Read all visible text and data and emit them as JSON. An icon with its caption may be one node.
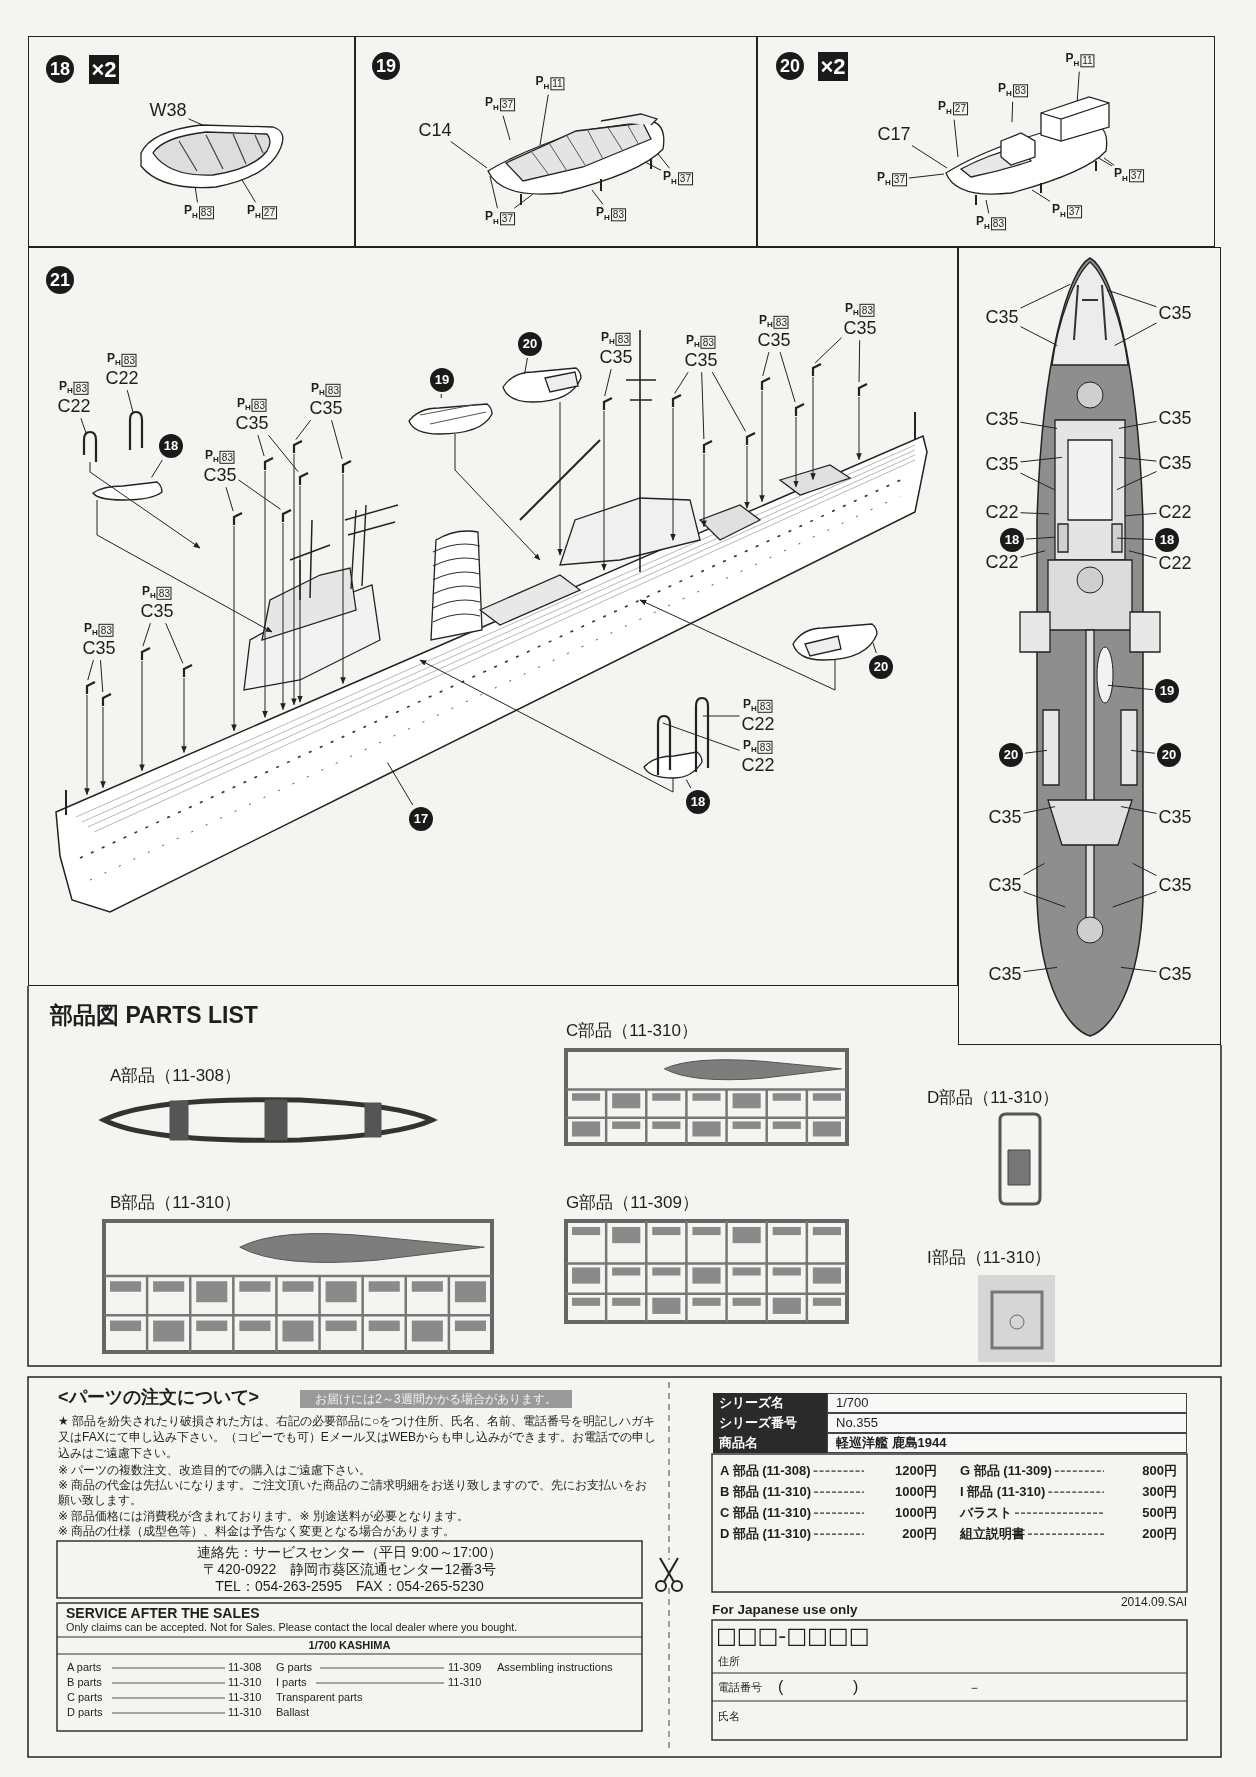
{
  "diagram": {
    "nodes": [
      {
        "text": [],
        "shape": "box"
      },
      {
        "text": [
          "W38"
        ],
        "in": 0
      },
      {
        "text": [
          "P$_{H}$",
          "83"
        ],
        "in": 0
      },
      {
        "text": [
          "P$_{H}$",
          "27"
        ],
        "in": 0
      },
      {
        "text": [],
        "shape": "box"
      },
      {
        "text": [
          "P$_{H}$",
          "11"
        ],
        "in": 4
      },
      {
        "text": [
          "P$_{H}$",
          "37"
        ],
        "in": 4
      },
      {
        "text": [
          "C14"
        ],
        "in": 4
      },
      {
        "text": [
          "P$_{H}$",
          "37"
        ],
        "in": 4
      },
      {
        "text": [
          "P$_{H}$",
          "37"
        ],
        "in": 4
      },
      {
        "text": [
          "P$_{H}$",
          "83"
        ],
        "in": 4
      },
      {
        "text": [],
        "shape": "box"
      },
      {
        "text": [
          "P$_{H}$",
          "11"
        ],
        "in": 11
      },
      {
        "text": [
          "P$_{H}$",
          "83"
        ],
        "in": 11
      },
      {
        "text": [
          "P$_{H}$",
          "27"
        ],
        "in": 11
      },
      {
        "text": [
          "C17"
        ],
        "in": 11
      },
      {
        "text": [
          "P$_{H}$",
          "37"
        ],
        "in": 11
      },
      {
        "text": [
          "P$_{H}$",
          "37"
        ],
        "in": 11
      },
      {
        "text": [
          "P$_{H}$",
          "37"
        ],
        "in": 11
      },
      {
        "text": [
          "P$_{H}$",
          "83"
        ],
        "in": 11
      },
      {
        "text": [],
        "shape": "box"
      },
      {
        "text": [
          "P$_{H}$",
          "83",
          "C22"
        ],
        "in": 20
      },
      {
        "text": [
          "P$_{H}$",
          "83",
          "C22"
        ],
        "in": 20
      },
      {
        "text": [
          "18"
        ],
        "in": 20
      },
      {
        "text": [
          "P$_{H}$",
          "83",
          "C35"
        ],
        "in": 20
      },
      {
        "text": [
          "P$_{H}$",
          "83",
          "C35"
        ],
        "in": 20
      },
      {
        "text": [
          "P$_{H}$",
          "83",
          "C35"
        ],
        "in": 20
      },
      {
        "text": [
          "19"
        ],
        "in": 20
      },
      {
        "text": [
          "20"
        ],
        "in": 20
      },
      {
        "text": [
          "P$_{H}$",
          "83",
          "C35"
        ],
        "in": 20
      },
      {
        "text": [
          "P$_{H}$",
          "83",
          "C35"
        ],
        "in": 20
      },
      {
        "text": [
          "P$_{H}$",
          "83",
          "C35"
        ],
        "in": 20
      },
      {
        "text": [
          "P$_{H}$",
          "83",
          "C35"
        ],
        "in": 20
      },
      {
        "text": [
          "P$_{H}$",
          "83",
          "C35"
        ],
        "in": 20
      },
      {
        "text": [
          "P$_{H}$",
          "83",
          "C35"
        ],
        "in": 20
      },
      {
        "text": [
          "20"
        ],
        "in": 20
      },
      {
        "text": [
          "P$_{H}$",
          "83",
          "C22"
        ],
        "in": 20
      },
      {
        "text": [
          "P$_{H}$",
          "83",
          "C22"
        ],
        "in": 20
      },
      {
        "text": [
          "18"
        ],
        "in": 20
      },
      {
        "text": [
          "17"
        ],
        "in": 20
      },
      {
        "text": [],
        "shape": "box"
      },
      {
        "text": [
          "C35"
        ],
        "in": 40
      },
      {
        "text": [
          "C35"
        ],
        "in": 40
      },
      {
        "text": [
          "C35"
        ],
        "in": 40
      },
      {
        "text": [
          "C35"
        ],
        "in": 40
      },
      {
        "text": [
          "C35"
        ],
        "in": 40
      },
      {
        "text": [
          "C35"
        ],
        "in": 40
      },
      {
        "text": [
          "C22"
        ],
        "in": 40
      },
      {
        "text": [
          "C22"
        ],
        "in": 40
      },
      {
        "text": [
          "18"
        ],
        "in": 40
      },
      {
        "text": [
          "18"
        ],
        "in": 40
      },
      {
        "text": [
          "C22"
        ],
        "in": 40
      },
      {
        "text": [
          "C22"
        ],
        "in": 40
      },
      {
        "text": [
          "19"
        ],
        "in": 40
      },
      {
        "text": [
          "20"
        ],
        "in": 40
      },
      {
        "text": [
          "20"
        ],
        "in": 40
      },
      {
        "text": [
          "C35"
        ],
        "in": 40
      },
      {
        "text": [
          "C35"
        ],
        "in": 40
      },
      {
        "text": [
          "C35"
        ],
        "in": 40
      },
      {
        "text": [
          "C35"
        ],
        "in": 40
      },
      {
        "text": [
          "C35"
        ],
        "in": 40
      },
      {
        "text": [
          "C35"
        ],
        "in": 40
      },
      {
        "text": [
          "18"
        ],
        "in": 0
      },
      {
        "text": [
          "×2"
        ],
        "in": 0
      },
      {
        "text": [
          "19"
        ],
        "in": 4
      },
      {
        "text": [
          "20"
        ],
        "in": 11
      },
      {
        "text": [
          "×2"
        ],
        "in": 11
      },
      {
        "text": [
          "21"
        ],
        "in": 20
      },
      {
        "text": [],
        "shape": "picture",
        "in": 0
      },
      {
        "text": [],
        "shape": "picture",
        "in": 4
      },
      {
        "text": [],
        "shape": "picture",
        "in": 11
      }
    ],
    "edges": [
      {
        "from": 1,
        "to": 68,
        "arrow": "none"
      },
      {
        "from": 2,
        "to": 68,
        "arrow": "none"
      },
      {
        "from": 3,
        "to": 68,
        "arrow": "none"
      },
      {
        "from": 5,
        "to": 69,
        "arrow": "none"
      },
      {
        "from": 6,
        "to": 69,
        "arrow": "none"
      },
      {
        "from": 7,
        "to": 69,
        "arrow": "none"
      },
      {
        "from": 8,
        "to": 69,
        "arrow": "none"
      },
      {
        "from": 8,
        "to": 69,
        "arrow": "none"
      },
      {
        "from": 9,
        "to": 69,
        "arrow": "none"
      },
      {
        "from": 9,
        "to": 69,
        "arrow": "none"
      },
      {
        "from": 10,
        "to": 69,
        "arrow": "none"
      },
      {
        "from": 12,
        "to": 70,
        "arrow": "none"
      },
      {
        "from": 13,
        "to": 70,
        "arrow": "none"
      },
      {
        "from": 14,
        "to": 70,
        "arrow": "none"
      },
      {
        "from": 15,
        "to": 70,
        "arrow": "none"
      },
      {
        "from": 16,
        "to": 70,
        "arrow": "none"
      },
      {
        "from": 17,
        "to": 70,
        "arrow": "none"
      },
      {
        "from": 17,
        "to": 70,
        "arrow": "none"
      },
      {
        "from": 18,
        "to": 70,
        "arrow": "none"
      },
      {
        "from": 19,
        "to": 70,
        "arrow": "none"
      },
      {
        "from": 21,
        "to": null,
        "arrow": "none"
      },
      {
        "from": 22,
        "to": null,
        "arrow": "none"
      },
      {
        "from": 23,
        "to": null,
        "arrow": "none"
      },
      {
        "from": 24,
        "to": null,
        "arrow": "none"
      },
      {
        "from": 24,
        "to": null,
        "arrow": "none"
      },
      {
        "from": 25,
        "to": null,
        "arrow": "none"
      },
      {
        "from": 25,
        "to": null,
        "arrow": "none"
      },
      {
        "from": 26,
        "to": null,
        "arrow": "none"
      },
      {
        "from": 26,
        "to": null,
        "arrow": "none"
      },
      {
        "from": 27,
        "to": null,
        "arrow": "none"
      },
      {
        "from": 28,
        "to": null,
        "arrow": "none"
      },
      {
        "from": 29,
        "to": null,
        "arrow": "none"
      },
      {
        "from": 30,
        "to": null,
        "arrow": "none"
      },
      {
        "from": 30,
        "to": null,
        "arrow": "none"
      },
      {
        "from": 30,
        "to": null,
        "arrow": "none"
      },
      {
        "from": 31,
        "to": null,
        "arrow": "none"
      },
      {
        "from": 31,
        "to": null,
        "arrow": "none"
      },
      {
        "from": 32,
        "to": null,
        "arrow": "none"
      },
      {
        "from": 32,
        "to": null,
        "arrow": "none"
      },
      {
        "from": 33,
        "to": null,
        "arrow": "none"
      },
      {
        "from": 33,
        "to": null,
        "arrow": "none"
      },
      {
        "from": 34,
        "to": null,
        "arrow": "none"
      },
      {
        "from": 34,
        "to": null,
        "arrow": "none"
      },
      {
        "from": 35,
        "to": null,
        "arrow": "none"
      },
      {
        "from": 36,
        "to": null,
        "arrow": "none"
      },
      {
        "from": 37,
        "to": null,
        "arrow": "none"
      },
      {
        "from": 38,
        "to": null,
        "arrow": "none"
      },
      {
        "from": 39,
        "to": null,
        "arrow": "none"
      },
      {
        "from": 41,
        "to": null,
        "arrow": "none"
      },
      {
        "from": 41,
        "to": null,
        "arrow": "none"
      },
      {
        "from": 42,
        "to": null,
        "arrow": "none"
      },
      {
        "from": 42,
        "to": null,
        "arrow": "none"
      },
      {
        "from": 43,
        "to": null,
        "arrow": "none"
      },
      {
        "from": 44,
        "to": null,
        "arrow": "none"
      },
      {
        "from": 45,
        "to": null,
        "arrow": "none"
      },
      {
        "from": 45,
        "to": null,
        "arrow": "none"
      },
      {
        "from": 46,
        "to": null,
        "arrow": "none"
      },
      {
        "from": 46,
        "to": null,
        "arrow": "none"
      },
      {
        "from": 47,
        "to": null,
        "arrow": "none"
      },
      {
        "from": 48,
        "to": null,
        "arrow": "none"
      },
      {
        "from": 49,
        "to": null,
        "arrow": "none"
      },
      {
        "from": 50,
        "to": null,
        "arrow": "none"
      },
      {
        "from": 51,
        "to": null,
        "arrow": "none"
      },
      {
        "from": 52,
        "to": null,
        "arrow": "none"
      },
      {
        "from": 53,
        "to": null,
        "arrow": "none"
      },
      {
        "from": 54,
        "to": null,
        "arrow": "none"
      },
      {
        "from": 55,
        "to": null,
        "arrow": "none"
      },
      {
        "from": 56,
        "to": null,
        "arrow": "none"
      },
      {
        "from": 57,
        "to": null,
        "arrow": "none"
      },
      {
        "from": 58,
        "to": null,
        "arrow": "none"
      },
      {
        "from": 58,
        "to": null,
        "arrow": "none"
      },
      {
        "from": 59,
        "to": null,
        "arrow": "none"
      },
      {
        "from": 59,
        "to": null,
        "arrow": "none"
      },
      {
        "from": 60,
        "to": null,
        "arrow": "none"
      },
      {
        "from": 61,
        "to": null,
        "arrow": "none"
      }
    ],
    "labels": [
      "部品図 PARTS LIST",
      "C部品（11-310）",
      "A部品（11-308）",
      "D部品（11-310）",
      "B部品（11-310）",
      "G部品（11-309）",
      "I部品（11-310）",
      "<パーツの注文について>",
      "お届けには2～3週間かかる場合があります。",
      "★ 部品を紛失されたり破損された方は、右記の必要部品に○をつけ住所、氏名、名前、電話番号を明記しハガキ又はFAXにて申し込み下さい。（コピーでも可）Eメール又はWEBからも申し込みができます。お電話での申し込みはご遠慮下さい。",
      "※ パーツの複数注文、改造目的での購入はご遠慮下さい。",
      "※ 商品の代金は先払いになります。ご注文頂いた商品のご請求明細をお送り致しますので、先にお支払いをお願い致します。",
      "※ 部品価格には消費税が含まれております。※ 別途送料が必要となります。",
      "※ 商品の仕様（成型色等）、料金は予告なく変更となる場合があります。",
      "連絡先：サービスセンター（平日 9:00～17:00）",
      "〒420-0922　静岡市葵区流通センター12番3号",
      "TEL：054-263-2595　FAX：054-265-5230",
      "SERVICE AFTER THE SALES",
      "Only claims can be accepted. Not for Sales. Please contact the local dealer where you bought.",
      "1/700 KASHIMA",
      "A parts",
      "11-308",
      "G parts",
      "11-309",
      "Assembling instructions",
      "B parts",
      "11-310",
      "I parts",
      "11-310",
      "C parts",
      "11-310",
      "Transparent parts",
      "D parts",
      "11-310",
      "Ballast",
      "シリーズ名",
      "1/700",
      "シリーズ番号",
      "No.355",
      "商品名",
      "軽巡洋艦 鹿島1944",
      "A 部品 (11-308)",
      "1200円",
      "G 部品 (11-309)",
      "800円",
      "B 部品 (11-310)",
      "1000円",
      "I 部品 (11-310)",
      "300円",
      "C 部品 (11-310)",
      "1000円",
      "バラスト",
      "500円",
      "D 部品 (11-310)",
      "200円",
      "組立説明書",
      "200円",
      "2014.09.SAI",
      "For Japanese use only",
      "□□□-□□□□",
      "住所",
      "電話番号",
      "(",
      ")",
      "－",
      "氏名"
    ]
  }
}
